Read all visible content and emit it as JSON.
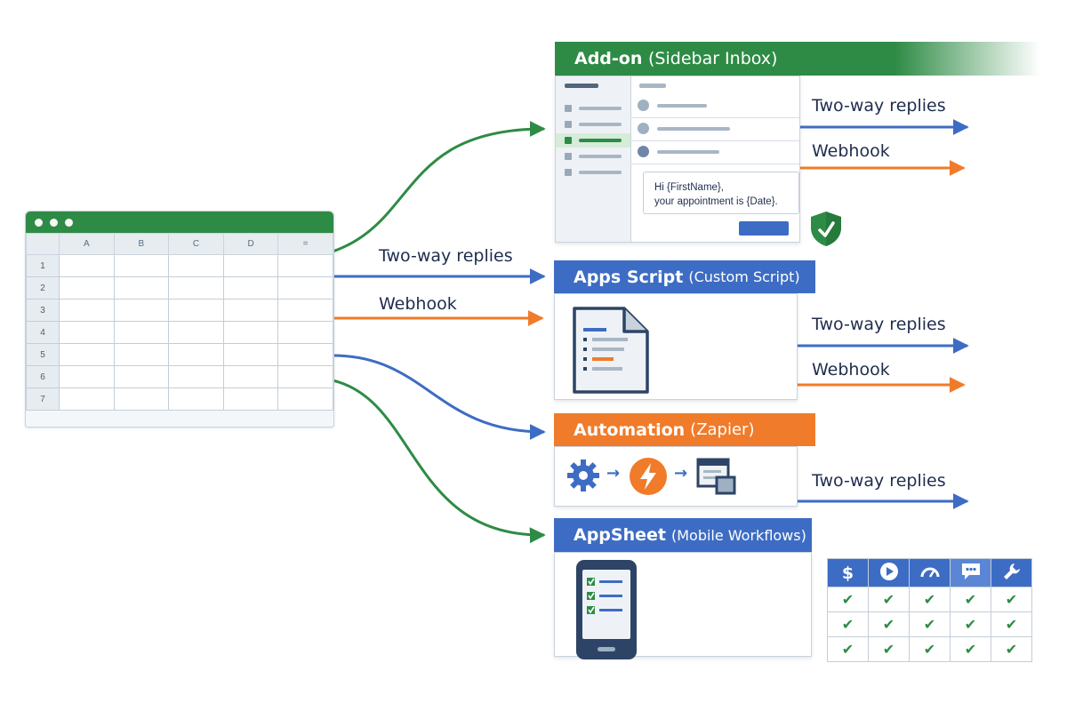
{
  "spreadsheet": {
    "columns": [
      "A",
      "B",
      "C",
      "D",
      "="
    ],
    "rows": [
      "1",
      "2",
      "3",
      "4",
      "5",
      "6",
      "7"
    ]
  },
  "flow_labels": {
    "sheet_two_way": "Two-way replies",
    "sheet_webhook": "Webhook",
    "addon_two_way": "Two-way replies",
    "addon_webhook": "Webhook",
    "script_two_way": "Two-way replies",
    "script_webhook": "Webhook",
    "zapier_two_way": "Two-way replies"
  },
  "cards": {
    "addon": {
      "title": "Add-on",
      "subtitle": "(Sidebar Inbox)"
    },
    "apps_script": {
      "title": "Apps Script",
      "subtitle": "(Custom Script)"
    },
    "automation": {
      "title": "Automation",
      "subtitle": "(Zapier)"
    },
    "appsheet": {
      "title": "AppSheet",
      "subtitle": "(Mobile Workflows)"
    }
  },
  "compose_message": {
    "line1": "Hi {FirstName},",
    "line2": "your appointment is {Date}."
  },
  "feature_matrix": {
    "header_icons": [
      "dollar-icon",
      "play-icon",
      "gauge-icon",
      "chat-icon",
      "wrench-icon"
    ],
    "rows": 3,
    "check": "✔"
  },
  "colors": {
    "green": "#2e8b45",
    "blue": "#3d6cc4",
    "orange": "#f07b2a",
    "text": "#1f2d4d"
  }
}
